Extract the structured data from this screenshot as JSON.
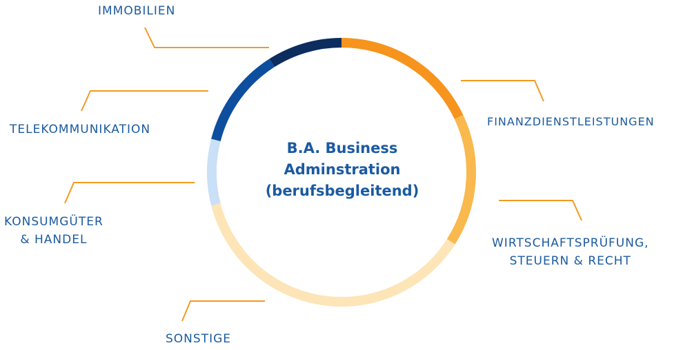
{
  "center_title": {
    "line1": "B.A. Business",
    "line2": "Adminstration",
    "line3": "(berufsbegleitend)"
  },
  "labels": {
    "immobilien": "IMMOBILIEN",
    "telekommunikation": "TELEKOMMUNIKATION",
    "konsumgueter_line1": "KONSUMGÜTER",
    "konsumgueter_line2": "& HANDEL",
    "sonstige": "SONSTIGE",
    "finanz": "FINANZDIENSTLEISTUNGEN",
    "wirtschaft_line1": "WIRTSCHAFTSPRÜFUNG,",
    "wirtschaft_line2": "STEUERN & RECHT"
  },
  "chart_data": {
    "type": "pie",
    "style": "ring",
    "segments": [
      {
        "label": "FINANZDIENSTLEISTUNGEN",
        "share_percent": 18,
        "color": "#f7941d"
      },
      {
        "label": "WIRTSCHAFTSPRÜFUNG, STEUERN & RECHT",
        "share_percent": 16,
        "color": "#f9b94e"
      },
      {
        "label": "SONSTIGE",
        "share_percent": 37,
        "color": "#fde5b8"
      },
      {
        "label": "KONSUMGÜTER & HANDEL",
        "share_percent": 8,
        "color": "#c9e0f6"
      },
      {
        "label": "TELEKOMMUNIKATION",
        "share_percent": 12,
        "color": "#0d4f9e"
      },
      {
        "label": "IMMOBILIEN",
        "share_percent": 9,
        "color": "#0c2d5e"
      }
    ]
  },
  "colors": {
    "label_text": "#1b5aa0",
    "leader_line": "#f29a1f"
  }
}
